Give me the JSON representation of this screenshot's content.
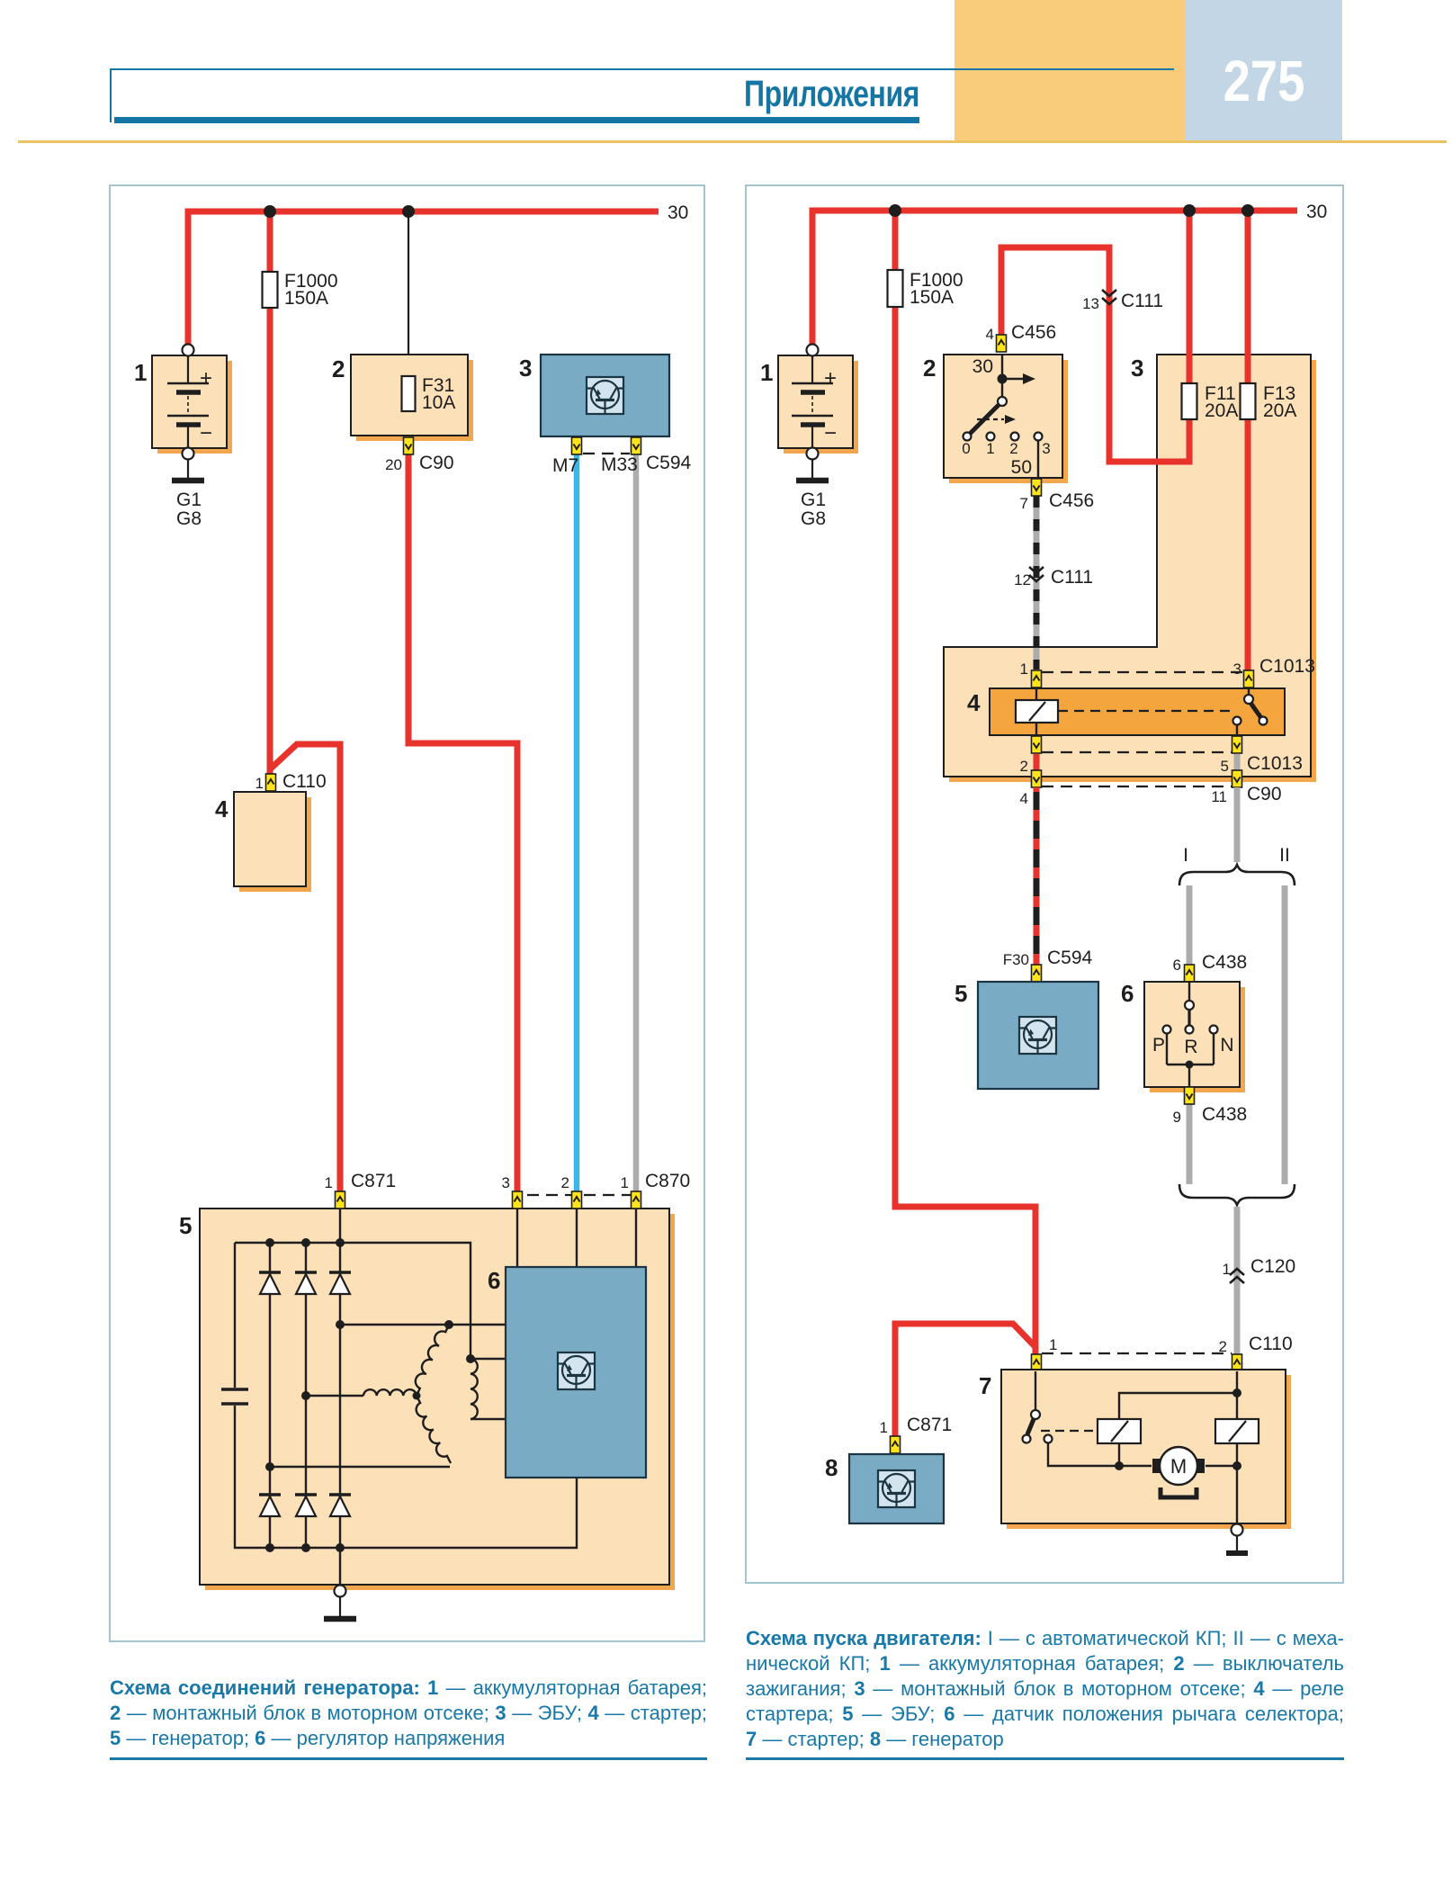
{
  "header": {
    "title": "Приложения",
    "page_number": "275"
  },
  "left_diagram": {
    "bus_label": "30",
    "fuse_main": {
      "name": "F1000",
      "rating": "150A"
    },
    "battery": {
      "num": "1",
      "plus": "+",
      "minus": "−",
      "ground1": "G1",
      "ground2": "G8"
    },
    "mount_block": {
      "num": "2",
      "fuse": "F31",
      "rating": "10A",
      "pin": "20",
      "conn": "C90"
    },
    "ecu": {
      "num": "3",
      "pin_m7": "M7",
      "pin_m33": "M33",
      "conn": "C594"
    },
    "starter": {
      "num": "4",
      "pin": "1",
      "conn": "C110"
    },
    "generator": {
      "num": "5",
      "pin_b": "1",
      "conn_b": "C871",
      "pin3": "3",
      "pin2": "2",
      "pin1": "1",
      "conn_r": "C870"
    },
    "regulator": {
      "num": "6"
    }
  },
  "right_diagram": {
    "bus_label": "30",
    "fuse_main": {
      "name": "F1000",
      "rating": "150A"
    },
    "battery": {
      "num": "1",
      "plus": "+",
      "minus": "−",
      "ground1": "G1",
      "ground2": "G8"
    },
    "ignition": {
      "num": "2",
      "t30": "30",
      "t50": "50",
      "pos0": "0",
      "pos1": "1",
      "pos2": "2",
      "pos3": "3",
      "pin_top": "4",
      "conn_top": "C456",
      "pin_bot": "7",
      "conn_bot": "C456"
    },
    "c111_upper": {
      "pin": "13",
      "conn": "C111"
    },
    "c111_lower": {
      "pin": "12",
      "conn": "C111"
    },
    "mount_block": {
      "num": "3",
      "fuse_f11": "F11",
      "rating_f11": "20A",
      "fuse_f13": "F13",
      "rating_f13": "20A"
    },
    "relay": {
      "num": "4",
      "pin1": "1",
      "pin3": "3",
      "conn_top": "C1013",
      "pin2": "2",
      "pin5": "5",
      "conn_mid": "C1013",
      "pin4": "4",
      "pin11": "11",
      "conn_bot": "C90"
    },
    "ecu": {
      "num": "5",
      "pin": "F30",
      "conn": "C594"
    },
    "selector": {
      "num": "6",
      "pin_top": "6",
      "conn_top": "C438",
      "p": "P",
      "r": "R",
      "n": "N",
      "pin_bot": "9",
      "conn_bot": "C438"
    },
    "branches": {
      "auto": "I",
      "manual": "II"
    },
    "c120": {
      "pin": "1",
      "conn": "C120"
    },
    "c110": {
      "pin1": "1",
      "pin2": "2",
      "conn": "C110"
    },
    "starter": {
      "num": "7",
      "motor": "M"
    },
    "generator": {
      "num": "8",
      "pin": "1",
      "conn": "C871"
    }
  },
  "captions": {
    "left": [
      [
        {
          "t": "Схема соединений генератора: ",
          "b": 1
        },
        {
          "t": "1",
          "b": 1
        },
        {
          "t": " — аккумуляторная батарея;",
          "b": 0
        }
      ],
      [
        {
          "t": "2",
          "b": 1
        },
        {
          "t": " — монтажный блок в моторном отсеке; ",
          "b": 0
        },
        {
          "t": "3",
          "b": 1
        },
        {
          "t": " — ЭБУ; ",
          "b": 0
        },
        {
          "t": "4",
          "b": 1
        },
        {
          "t": " — стартер;",
          "b": 0
        }
      ],
      [
        {
          "t": "5",
          "b": 1
        },
        {
          "t": " — генератор; ",
          "b": 0
        },
        {
          "t": "6",
          "b": 1
        },
        {
          "t": " — регулятор напряжения",
          "b": 0
        }
      ]
    ],
    "right": [
      [
        {
          "t": "Схема пуска двигателя: ",
          "b": 1
        },
        {
          "t": "I — с автоматической КП; II — с меха-",
          "b": 0
        }
      ],
      [
        {
          "t": "нической КП; ",
          "b": 0
        },
        {
          "t": "1",
          "b": 1
        },
        {
          "t": " — аккумуляторная батарея; ",
          "b": 0
        },
        {
          "t": "2",
          "b": 1
        },
        {
          "t": " — выключатель",
          "b": 0
        }
      ],
      [
        {
          "t": "зажигания; ",
          "b": 0
        },
        {
          "t": "3",
          "b": 1
        },
        {
          "t": " — монтажный блок в моторном отсеке; ",
          "b": 0
        },
        {
          "t": "4",
          "b": 1
        },
        {
          "t": " — реле",
          "b": 0
        }
      ],
      [
        {
          "t": "стартера; ",
          "b": 0
        },
        {
          "t": "5",
          "b": 1
        },
        {
          "t": " — ЭБУ; ",
          "b": 0
        },
        {
          "t": "6",
          "b": 1
        },
        {
          "t": " — датчик положения рычага селектора;",
          "b": 0
        }
      ],
      [
        {
          "t": "7",
          "b": 1
        },
        {
          "t": " — стартер; ",
          "b": 0
        },
        {
          "t": "8",
          "b": 1
        },
        {
          "t": " — генератор",
          "b": 0
        }
      ]
    ]
  },
  "colors": {
    "teal": "#1576A4",
    "caption_teal": "#1878A8",
    "red_wire": "#E8322C",
    "orange_fill": "#FCE0B8",
    "orange_shadow": "#F2A74F",
    "relay_orange": "#F5A53E",
    "blue_box": "#79ABC4",
    "symbol_square": "#D3E4EE",
    "pin_yellow": "#FFE31C",
    "gray_wire": "#ACACAC",
    "cyan_wire": "#3BB6E7",
    "header_orange": "#F9CC7C",
    "header_blue": "#C3D6E6",
    "yellow_rule": "#EAC463",
    "panel_border": "#A4C4D2"
  }
}
